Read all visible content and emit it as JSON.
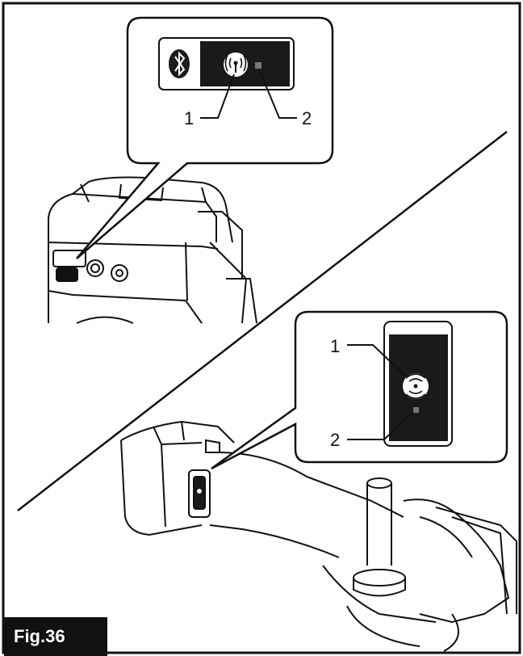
{
  "figure": {
    "label": "Fig.36",
    "callout_top": {
      "label_1": "1",
      "label_2": "2",
      "icons": [
        "bluetooth-icon",
        "wireless-signal-icon"
      ]
    },
    "callout_bottom": {
      "label_1": "1",
      "label_2": "2",
      "icons": [
        "wireless-signal-icon"
      ]
    }
  },
  "colors": {
    "ink": "#111111",
    "panel": "#1a1a1a",
    "paper": "#ffffff",
    "label_bg": "#111111"
  }
}
